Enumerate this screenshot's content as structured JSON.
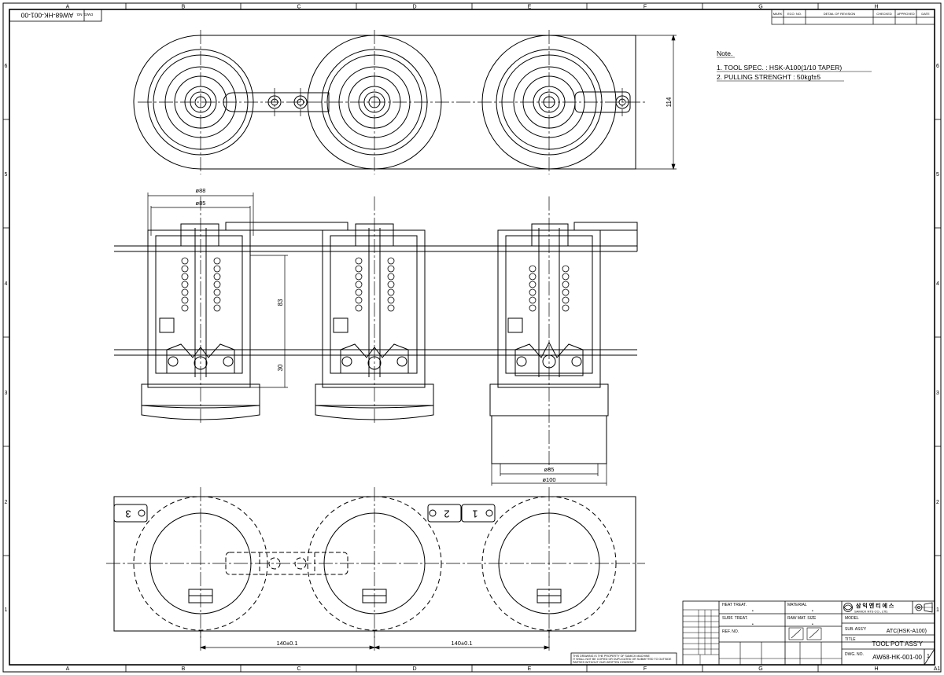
{
  "drawing": {
    "zone_columns": [
      "A",
      "B",
      "C",
      "D",
      "E",
      "F",
      "G",
      "H"
    ],
    "zone_rows": [
      "6",
      "5",
      "4",
      "3",
      "2",
      "1"
    ],
    "corner_mark": "A1",
    "stamp": {
      "label": "DWG. NO.",
      "number": "AW68-HK-001-00"
    }
  },
  "revision_table": {
    "headers": [
      "MARK",
      "ECO. NO.",
      "DETAIL OF REVISION",
      "CHECKED",
      "APPROVED",
      "DATE"
    ]
  },
  "notes": {
    "heading": "Note.",
    "lines": [
      "1. TOOL SPEC. : HSK-A100(1/10 TAPER)",
      "2. PULLING STRENGHT : 50kgf±5"
    ]
  },
  "dimensions": {
    "height_114": "114",
    "dia_88": "ø88",
    "dia_85_top": "ø85",
    "len_83": "83",
    "len_30": "30",
    "dia_85_bottom": "ø85",
    "dia_100": "ø100",
    "pitch_left": "140±0.1",
    "pitch_right": "140±0.1"
  },
  "pot_labels": [
    "3",
    "2",
    "1"
  ],
  "title_block": {
    "heat_treat": "HEAT TREAT.",
    "material": "MATERIAL",
    "surf_treat": "SURF. TREAT.",
    "raw_mat_size": "RAW MAT. SIZE",
    "ref_no": "REF. NO.",
    "company_kr": "삼 익 엔 티 에 스",
    "company_en": "SAMICK NTS CO., LTD.",
    "model_label": "MODEL",
    "model": "",
    "sub_assy_label": "SUB. ASS'Y",
    "sub_assy": "ATC(HSK-A100)",
    "title_label": "TITLE",
    "title": "TOOL POT ASS'Y",
    "dwg_no_label": "DWG. NO.",
    "dwg_no": "AW68-HK-001-00",
    "sheet": "1",
    "dot": "•",
    "confidential": [
      "THIS DRAWING IS THE PROPERTY OF SAMICK MACHINE",
      "IT SHALL NOT BE COPIED OR DUPLICATED OR SUBMITTED TO OUTSIDE",
      "PARTIES WITHOUT OUR WRITTEN CONSENT."
    ]
  }
}
